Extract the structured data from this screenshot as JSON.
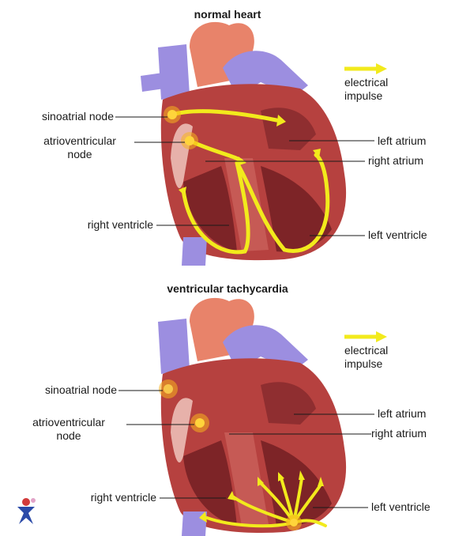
{
  "panels": [
    {
      "title": "normal heart",
      "legend": {
        "line1": "electrical",
        "line2": "impulse"
      },
      "labels": {
        "sa_node": "sinoatrial node",
        "av_node_line1": "atrioventricular",
        "av_node_line2": "node",
        "left_atrium": "left atrium",
        "right_atrium": "right atrium",
        "right_ventricle": "right ventricle",
        "left_ventricle": "left ventricle"
      }
    },
    {
      "title": "ventricular tachycardia",
      "legend": {
        "line1": "electrical",
        "line2": "impulse"
      },
      "labels": {
        "sa_node": "sinoatrial node",
        "av_node_line1": "atrioventricular",
        "av_node_line2": "node",
        "left_atrium": "left atrium",
        "right_atrium": "right atrium",
        "right_ventricle": "right ventricle",
        "left_ventricle": "left ventricle"
      }
    }
  ],
  "colors": {
    "impulse": "#f2ea1c",
    "node_glow": "#f7b21d",
    "vein": "#9c8ee0",
    "aorta": "#e8836a",
    "muscle": "#b6413f",
    "muscle_dark": "#7d2427",
    "muscle_light": "#e7b1aa"
  }
}
